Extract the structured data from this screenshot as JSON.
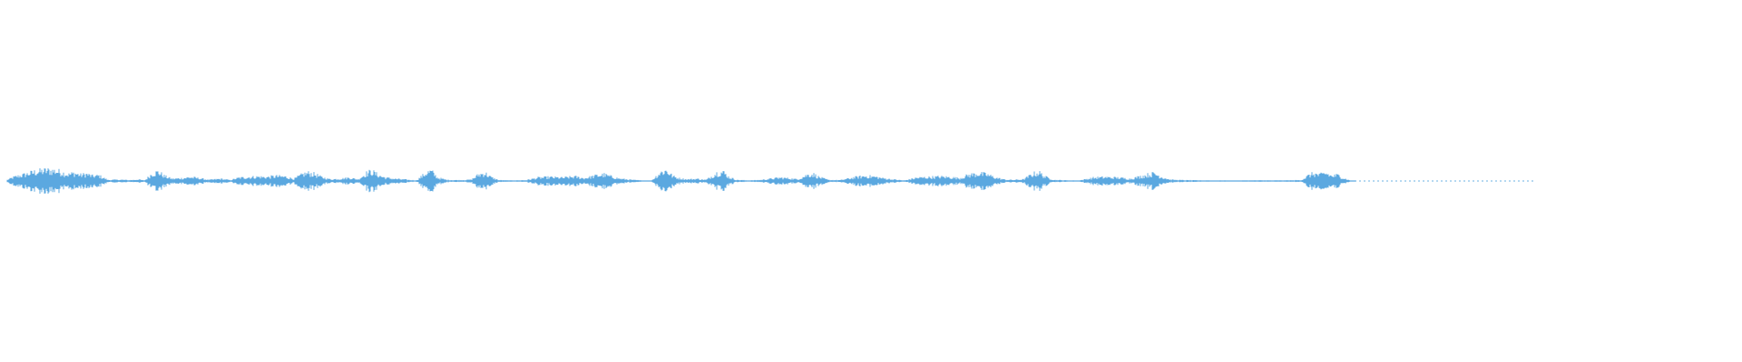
{
  "waveform": {
    "color": "#5ba8e0",
    "amplitude_profile": [
      [
        0.0,
        0.1
      ],
      [
        0.004,
        0.35
      ],
      [
        0.01,
        0.55
      ],
      [
        0.018,
        0.85
      ],
      [
        0.026,
        1.0
      ],
      [
        0.032,
        0.95
      ],
      [
        0.036,
        0.8
      ],
      [
        0.04,
        0.6
      ],
      [
        0.044,
        0.75
      ],
      [
        0.048,
        0.55
      ],
      [
        0.052,
        0.65
      ],
      [
        0.056,
        0.45
      ],
      [
        0.06,
        0.5
      ],
      [
        0.063,
        0.3
      ],
      [
        0.066,
        0.1
      ],
      [
        0.074,
        0.12
      ],
      [
        0.08,
        0.08
      ],
      [
        0.086,
        0.14
      ],
      [
        0.09,
        0.05
      ],
      [
        0.095,
        0.7
      ],
      [
        0.099,
        0.85
      ],
      [
        0.103,
        0.45
      ],
      [
        0.108,
        0.2
      ],
      [
        0.114,
        0.25
      ],
      [
        0.12,
        0.35
      ],
      [
        0.126,
        0.25
      ],
      [
        0.132,
        0.1
      ],
      [
        0.14,
        0.2
      ],
      [
        0.146,
        0.08
      ],
      [
        0.152,
        0.3
      ],
      [
        0.158,
        0.35
      ],
      [
        0.164,
        0.4
      ],
      [
        0.17,
        0.35
      ],
      [
        0.176,
        0.45
      ],
      [
        0.182,
        0.4
      ],
      [
        0.188,
        0.2
      ],
      [
        0.194,
        0.65
      ],
      [
        0.198,
        0.75
      ],
      [
        0.202,
        0.6
      ],
      [
        0.206,
        0.35
      ],
      [
        0.212,
        0.15
      ],
      [
        0.218,
        0.2
      ],
      [
        0.224,
        0.3
      ],
      [
        0.23,
        0.15
      ],
      [
        0.235,
        0.7
      ],
      [
        0.239,
        0.9
      ],
      [
        0.243,
        0.55
      ],
      [
        0.248,
        0.3
      ],
      [
        0.254,
        0.2
      ],
      [
        0.262,
        0.12
      ],
      [
        0.268,
        0.05
      ],
      [
        0.275,
        0.8
      ],
      [
        0.278,
        0.9
      ],
      [
        0.282,
        0.3
      ],
      [
        0.288,
        0.1
      ],
      [
        0.296,
        0.08
      ],
      [
        0.304,
        0.12
      ],
      [
        0.309,
        0.6
      ],
      [
        0.313,
        0.75
      ],
      [
        0.317,
        0.35
      ],
      [
        0.322,
        0.08
      ],
      [
        0.33,
        0.05
      ],
      [
        0.34,
        0.08
      ],
      [
        0.348,
        0.3
      ],
      [
        0.356,
        0.35
      ],
      [
        0.364,
        0.3
      ],
      [
        0.372,
        0.4
      ],
      [
        0.378,
        0.25
      ],
      [
        0.386,
        0.5
      ],
      [
        0.391,
        0.6
      ],
      [
        0.396,
        0.4
      ],
      [
        0.402,
        0.2
      ],
      [
        0.41,
        0.1
      ],
      [
        0.416,
        0.05
      ],
      [
        0.422,
        0.02
      ],
      [
        0.428,
        0.8
      ],
      [
        0.432,
        1.0
      ],
      [
        0.436,
        0.45
      ],
      [
        0.44,
        0.25
      ],
      [
        0.446,
        0.15
      ],
      [
        0.452,
        0.2
      ],
      [
        0.458,
        0.1
      ],
      [
        0.465,
        0.75
      ],
      [
        0.469,
        0.85
      ],
      [
        0.473,
        0.35
      ],
      [
        0.478,
        0.1
      ],
      [
        0.486,
        0.05
      ],
      [
        0.494,
        0.1
      ],
      [
        0.5,
        0.2
      ],
      [
        0.506,
        0.3
      ],
      [
        0.512,
        0.25
      ],
      [
        0.518,
        0.15
      ],
      [
        0.524,
        0.55
      ],
      [
        0.528,
        0.65
      ],
      [
        0.532,
        0.35
      ],
      [
        0.538,
        0.1
      ],
      [
        0.546,
        0.08
      ],
      [
        0.556,
        0.35
      ],
      [
        0.562,
        0.45
      ],
      [
        0.568,
        0.4
      ],
      [
        0.574,
        0.25
      ],
      [
        0.58,
        0.15
      ],
      [
        0.588,
        0.05
      ],
      [
        0.596,
        0.3
      ],
      [
        0.604,
        0.35
      ],
      [
        0.612,
        0.4
      ],
      [
        0.618,
        0.35
      ],
      [
        0.624,
        0.25
      ],
      [
        0.63,
        0.55
      ],
      [
        0.636,
        0.7
      ],
      [
        0.642,
        0.6
      ],
      [
        0.648,
        0.3
      ],
      [
        0.654,
        0.12
      ],
      [
        0.66,
        0.1
      ],
      [
        0.666,
        0.15
      ],
      [
        0.672,
        0.65
      ],
      [
        0.676,
        0.8
      ],
      [
        0.68,
        0.4
      ],
      [
        0.686,
        0.1
      ],
      [
        0.694,
        0.06
      ],
      [
        0.702,
        0.04
      ],
      [
        0.712,
        0.3
      ],
      [
        0.72,
        0.35
      ],
      [
        0.728,
        0.3
      ],
      [
        0.736,
        0.2
      ],
      [
        0.748,
        0.6
      ],
      [
        0.752,
        0.7
      ],
      [
        0.756,
        0.4
      ],
      [
        0.762,
        0.12
      ],
      [
        0.77,
        0.08
      ],
      [
        0.78,
        0.06
      ],
      [
        0.79,
        0.05
      ],
      [
        0.8,
        0.04
      ],
      [
        0.81,
        0.05
      ],
      [
        0.82,
        0.06
      ],
      [
        0.83,
        0.05
      ],
      [
        0.84,
        0.06
      ],
      [
        0.848,
        0.08
      ],
      [
        0.852,
        0.45
      ],
      [
        0.856,
        0.7
      ],
      [
        0.86,
        0.55
      ],
      [
        0.864,
        0.75
      ],
      [
        0.868,
        0.45
      ],
      [
        0.872,
        0.55
      ],
      [
        0.876,
        0.25
      ],
      [
        0.88,
        0.05
      ],
      [
        0.885,
        0.0
      ],
      [
        1.0,
        0.0
      ]
    ]
  }
}
